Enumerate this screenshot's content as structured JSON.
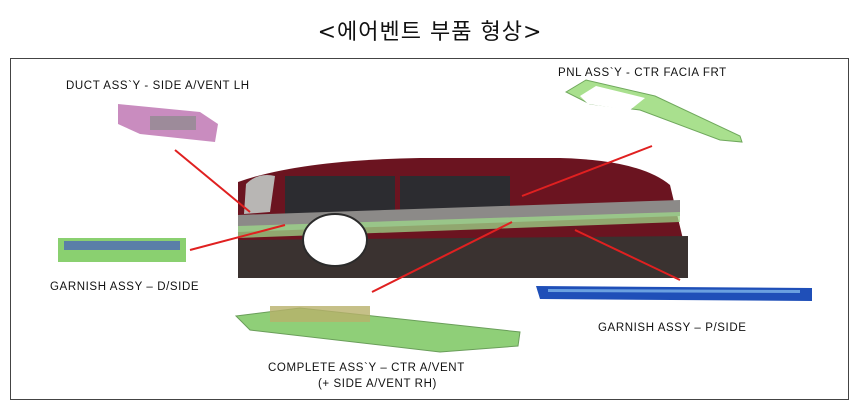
{
  "title": "<에어벤트 부품 형상>",
  "labels": {
    "duct": "DUCT ASS`Y - SIDE A/VENT LH",
    "panel": "PNL ASS`Y - CTR FACIA FRT",
    "garnish_d": "GARNISH ASSY – D/SIDE",
    "garnish_p": "GARNISH ASSY – P/SIDE",
    "complete_1": "COMPLETE ASS`Y – CTR A/VENT",
    "complete_2": "(+ SIDE A/VENT RH)"
  },
  "colors": {
    "arrow": "#e02020",
    "dashboard": "#7a1420",
    "green_part": "#9ed88a",
    "blue_part": "#1f4fb8",
    "pink_part": "#c98cbf"
  }
}
